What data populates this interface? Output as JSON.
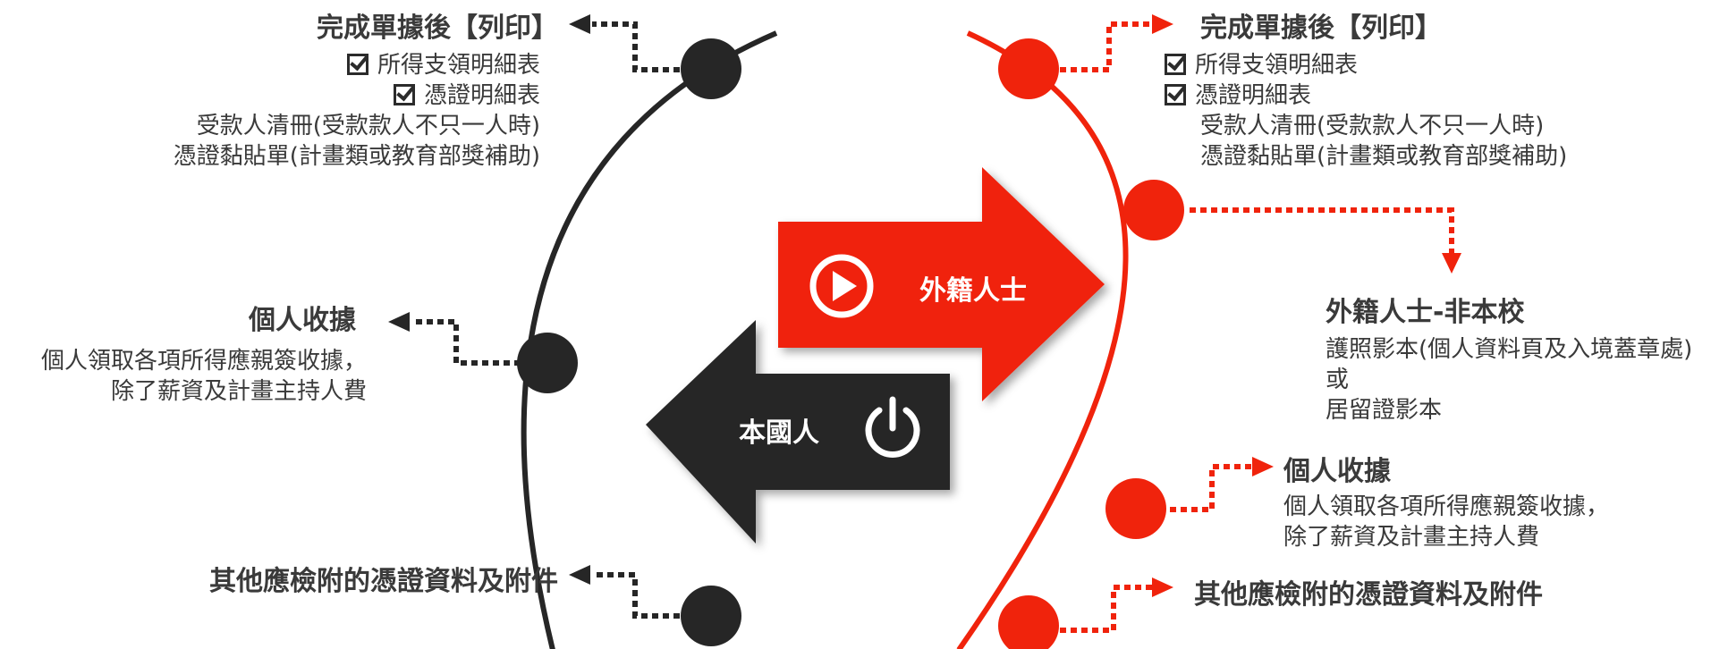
{
  "local": {
    "label": "本國人",
    "print": {
      "title": "完成單據後【列印】",
      "checked_items": [
        "所得支領明細表",
        "憑證明細表"
      ],
      "items": [
        "受款人清冊(受款款人不只一人時)",
        "憑證黏貼單(計畫類或教育部獎補助)"
      ]
    },
    "receipt": {
      "title": "個人收據",
      "lines": [
        "個人領取各項所得應親簽收據，",
        "除了薪資及計畫主持人費"
      ]
    },
    "other": {
      "title": "其他應檢附的憑證資料及附件"
    }
  },
  "foreign": {
    "label": "外籍人士",
    "print": {
      "title": "完成單據後【列印】",
      "checked_items": [
        "所得支領明細表",
        "憑證明細表"
      ],
      "items": [
        "受款人清冊(受款款人不只一人時)",
        "憑證黏貼單(計畫類或教育部獎補助)"
      ]
    },
    "nonschool": {
      "title": "外籍人士-非本校",
      "lines": [
        "護照影本(個人資料頁及入境蓋章處)",
        "或",
        "居留證影本"
      ]
    },
    "receipt": {
      "title": "個人收據",
      "lines": [
        "個人領取各項所得應親簽收據，",
        "除了薪資及計畫主持人費"
      ]
    },
    "other": {
      "title": "其他應檢附的憑證資料及附件"
    }
  },
  "colors": {
    "red": "#f0230c",
    "dark": "#262626",
    "text": "#3a3a3a"
  },
  "icons": {
    "foreign_icon": "play-icon",
    "local_icon": "power-icon"
  }
}
